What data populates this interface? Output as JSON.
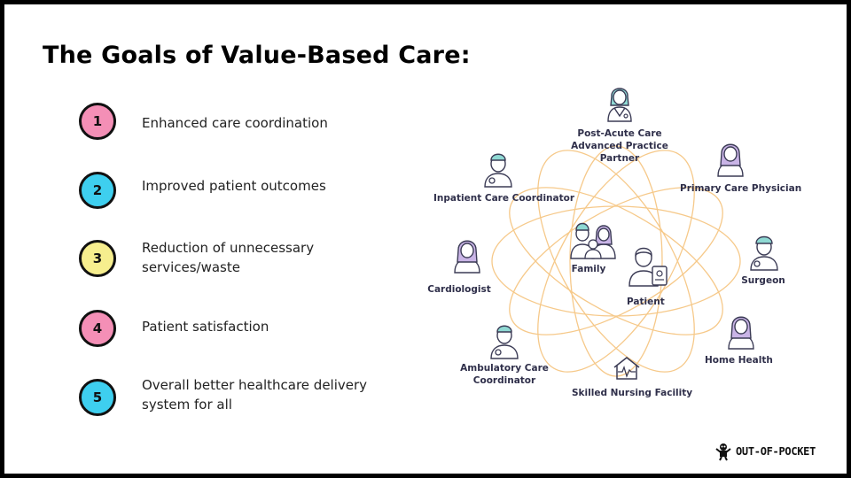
{
  "title": "The Goals of Value-Based Care:",
  "goals": [
    {
      "number": "1",
      "label": "Enhanced care coordination",
      "color": "#f48fb6"
    },
    {
      "number": "2",
      "label": "Improved patient outcomes",
      "color": "#3ecfef"
    },
    {
      "number": "3",
      "label": "Reduction of unnecessary services/waste",
      "color": "#f6ee8e"
    },
    {
      "number": "4",
      "label": "Patient satisfaction",
      "color": "#f48fb6"
    },
    {
      "number": "5",
      "label": "Overall better healthcare delivery system for all",
      "color": "#3ecfef"
    }
  ],
  "roles": {
    "post_acute": "Post-Acute Care Advanced Practice Partner",
    "primary_care": "Primary Care Physician",
    "inpatient": "Inpatient Care Coordinator",
    "surgeon": "Surgeon",
    "cardiologist": "Cardiologist",
    "family": "Family",
    "patient": "Patient",
    "home_health": "Home Health",
    "ambulatory": "Ambulatory Care Coordinator",
    "skilled_nursing": "Skilled Nursing Facility"
  },
  "brand": "OUT-OF-POCKET",
  "colors": {
    "orbit": "#f6c98a",
    "teal": "#8fd9d3",
    "lavender": "#c9b4e6",
    "line": "#3b3b55"
  }
}
